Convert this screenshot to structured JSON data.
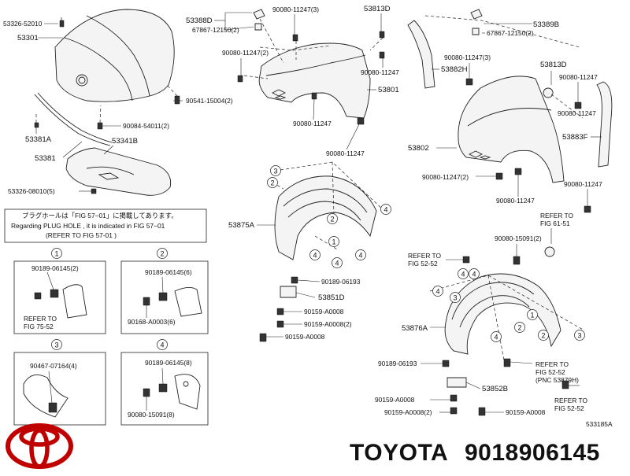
{
  "labels": {
    "hood_clip": "53326-52010",
    "hood": "53301",
    "seal_upper": "53388D",
    "clip_upper": "90080-11247(3)",
    "bracket_upper": "67867-12150(2)",
    "clip_right_top": "53813D",
    "clip_fender_left": "90080-11247(2)",
    "clip_fender_right": "90080-11247",
    "cushion": "90541-15004(2)",
    "fender_front": "53801",
    "bolt_bottom": "90080-11247",
    "bolt_bottom2": "90080-11247",
    "grommet": "90084-54011(2)",
    "seal_a": "53381A",
    "seal_b": "53341B",
    "seal_main": "53381",
    "clip_lower": "53326-08010(5)",
    "fender_liner_l": "53875A",
    "clip_liner": "90189-06193",
    "liner_mount_d": "53851D",
    "screw_a": "90159-A0008",
    "screw_a2": "90159-A0008(2)",
    "screw_a3": "90159-A0008",
    "right_seal": "53389B",
    "right_bracket": "67867-12150(2)",
    "right_clip3": "90080-11247(3)",
    "right_fender_seal": "53882H",
    "right_clip_r": "53813D",
    "right_bolt_r": "90080-11247",
    "right_bolt_r2": "90080-11247",
    "right_fender_seal_f": "53883F",
    "right_fender": "53802",
    "right_clip_bottom": "90080-11247(2)",
    "right_clip_bottom2": "90080-11247",
    "right_clip_bottom3": "90080-11247",
    "right_ref": "REFER TO",
    "right_ref_fig": "FIG 61-51",
    "right_liner_clip": "90080-15091(2)",
    "right_ref2": "REFER TO",
    "right_ref2_fig": "FIG 52-52",
    "right_liner": "53876A",
    "right_liner_clip2": "90189-06193",
    "right_ref3": "REFER TO",
    "right_ref3_fig": "FIG 52-52",
    "right_ref3_pnc": "(PNC 53879H)",
    "right_mount": "53852B",
    "right_screw": "90159-A0008",
    "right_screw2": "90159-A0008(2)",
    "right_screw3": "90159-A0008",
    "right_ref4": "REFER TO",
    "right_ref4_fig": "FIG 52-52",
    "diagram_code": "533185A"
  },
  "notice": {
    "line1": "プラグホールは「FIG 57−01」に掲載してあります。",
    "line2": "Regarding  PLUG  HOLE , it is indicated in  FIG  57−01",
    "line3": "(REFER TO FIG 57-01    )"
  },
  "details": [
    {
      "num": "1",
      "part_a": "90189-06145(2)",
      "ref": "REFER TO",
      "ref_fig": "FIG 75-52"
    },
    {
      "num": "2",
      "part_a": "90189-06145(6)",
      "part_b": "90168-A0003(6)"
    },
    {
      "num": "3",
      "part_a": "90467-07164(4)"
    },
    {
      "num": "4",
      "part_a": "90189-06145(8)",
      "part_b": "90080-15091(8)"
    }
  ],
  "circles": {
    "c1": "1",
    "c2": "2",
    "c3": "3",
    "c4": "4"
  },
  "footer": {
    "brand": "TOYOTA",
    "part_number": "9018906145"
  }
}
